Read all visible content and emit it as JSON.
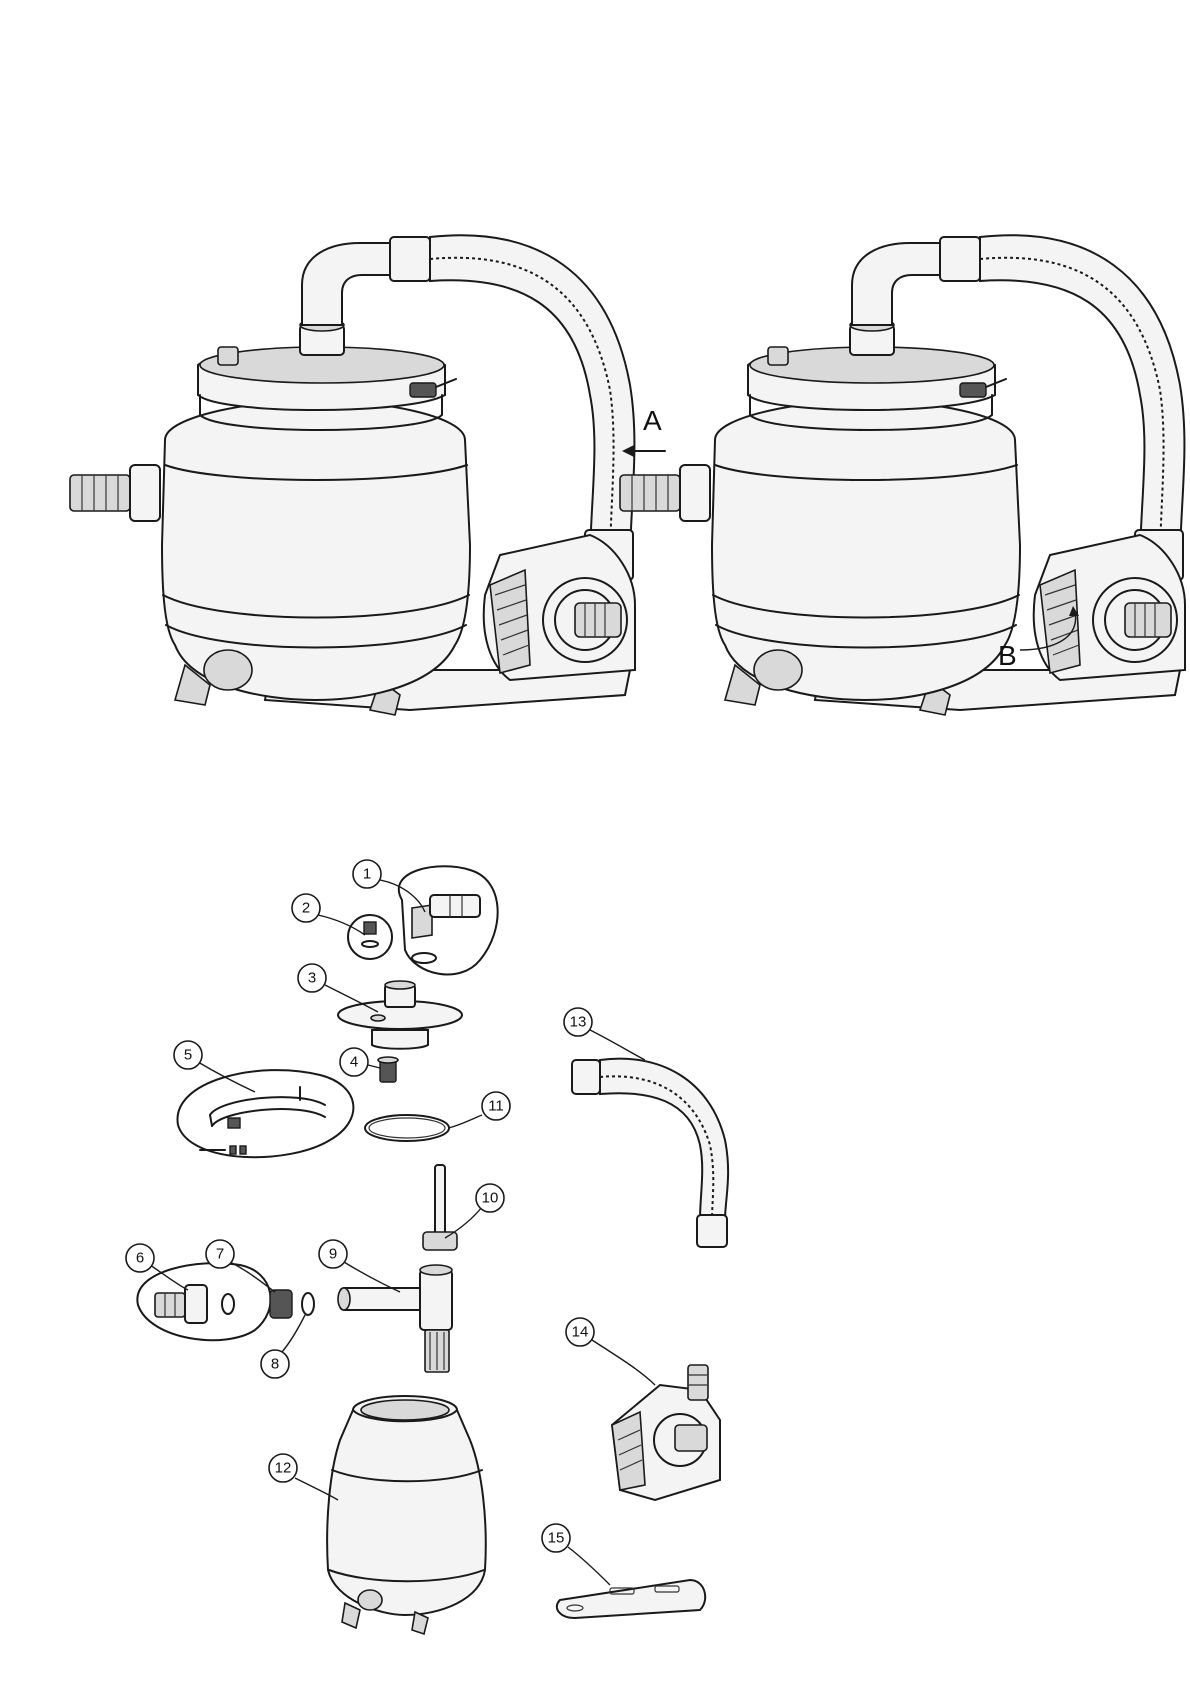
{
  "figure_top": {
    "marker_a": "A",
    "marker_b": "B"
  },
  "parts": [
    {
      "number": "1"
    },
    {
      "number": "2"
    },
    {
      "number": "3"
    },
    {
      "number": "4"
    },
    {
      "number": "5"
    },
    {
      "number": "6"
    },
    {
      "number": "7"
    },
    {
      "number": "8"
    },
    {
      "number": "9"
    },
    {
      "number": "10"
    },
    {
      "number": "11"
    },
    {
      "number": "12"
    },
    {
      "number": "13"
    },
    {
      "number": "14"
    },
    {
      "number": "15"
    }
  ]
}
